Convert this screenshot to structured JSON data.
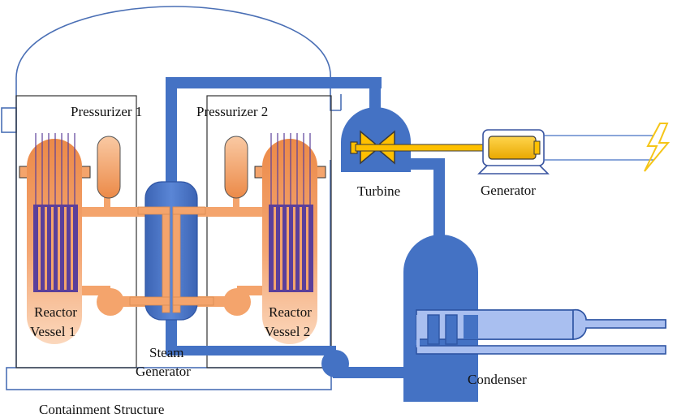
{
  "labels": {
    "pressurizer_1": "Pressurizer 1",
    "pressurizer_2": "Pressurizer 2",
    "turbine": "Turbine",
    "generator": "Generator",
    "reactor_vessel_1": [
      "Reactor",
      "Vessel 1"
    ],
    "reactor_vessel_2": [
      "Reactor",
      "Vessel 2"
    ],
    "steam_generator": [
      "Steam",
      "Generator"
    ],
    "condenser": "Condenser",
    "containment_structure": "Containment Structure"
  },
  "colors": {
    "steam_loop": "#4472c4",
    "primary_loop": "#f4a46c",
    "core_rods": "#5b3f9a",
    "outline": "#4a5f9e",
    "generator": "#ffc000",
    "lightning": "#f5c518"
  },
  "icons": {
    "turbine": "turbine-icon",
    "generator": "generator-icon",
    "power": "lightning-bolt-icon"
  }
}
